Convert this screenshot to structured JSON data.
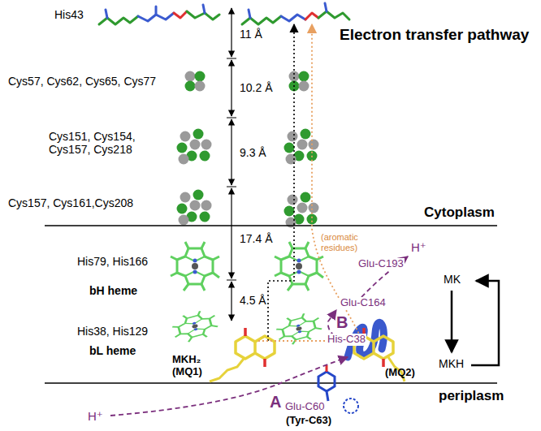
{
  "diagram": {
    "labels": [
      "Electron transfer pathway",
      "His43",
      "11 Å",
      "Cys57, Cys62, Cys65, Cys77",
      "10.2 Å",
      "Cys151, Cys154, Cys157, Cys218",
      "9.3 Å",
      "Cys157, Cys161,Cys208",
      "Cytoplasm",
      "17.4 Å",
      "(aromatic residues)",
      "H⁺",
      "Glu-C193",
      "His79, His166",
      "B",
      "Glu-C164",
      "MK",
      "bH heme",
      "4.5 Å",
      "His38, His129",
      "His-C38",
      "bL heme",
      "MKH₂ (MQ1)",
      "MKH",
      "(MQ2)",
      "periplasm",
      "H⁺",
      "A",
      "Glu-C60",
      "(Tyr-C63)"
    ]
  }
}
